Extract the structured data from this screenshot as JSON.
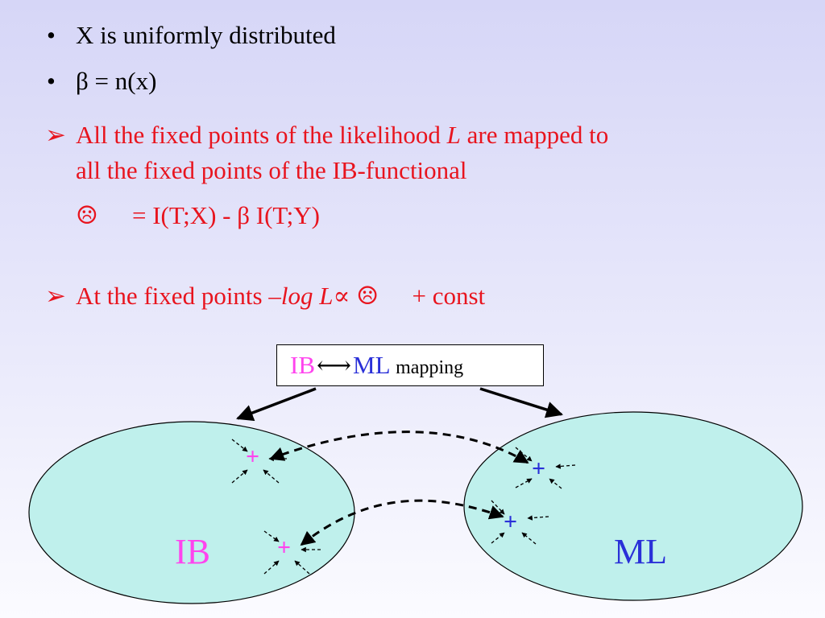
{
  "bullets": [
    {
      "symbol": "•",
      "text": "X is uniformly distributed"
    },
    {
      "symbol": "•",
      "text": "β = n(x)"
    }
  ],
  "point1": {
    "symbol": "➢",
    "line1_a": "All the fixed points of the likelihood ",
    "line1_var": "L",
    "line1_b": " are mapped to",
    "line2": "all the fixed points of the IB-functional",
    "line3_sym": "☹",
    "line3_eq": "= I(T;X) - β I(T;Y)"
  },
  "point2": {
    "symbol": "➢",
    "text_a": "At the fixed points ",
    "text_neg": "–",
    "text_log": "log L",
    "text_prop": " ∝ ☹",
    "text_b": "+ const"
  },
  "mapping_box": {
    "left": "IB",
    "arrow": "⟷",
    "right": "ML",
    "suffix": "mapping"
  },
  "regions": {
    "left_label": "IB",
    "right_label": "ML"
  },
  "markers": {
    "plus": "+"
  },
  "colors": {
    "red_text": "#e8141e",
    "ib_pink": "#ff44ee",
    "ml_blue": "#2a30d8",
    "ellipse_fill": "#bff0ec"
  }
}
